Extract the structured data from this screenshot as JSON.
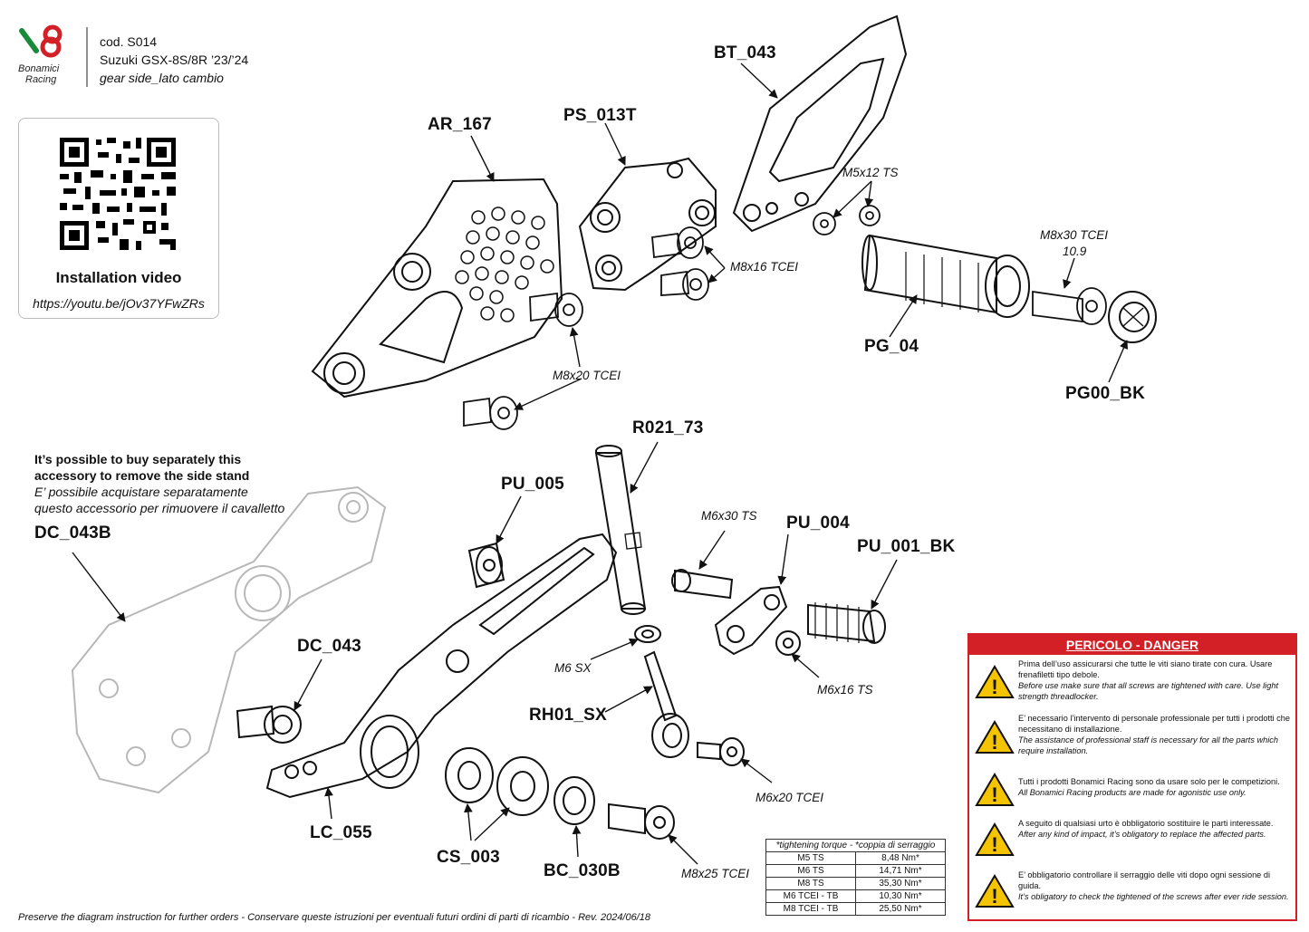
{
  "header": {
    "brand_line1": "Bonamici",
    "brand_line2": "Racing",
    "code": "cod. S014",
    "model": "Suzuki GSX-8S/8R ’23/’24",
    "side": "gear side_lato cambio"
  },
  "video": {
    "title": "Installation video",
    "url": "https://youtu.be/jOv37YFwZRs"
  },
  "note": {
    "en_line1": "It’s possible to buy separately this",
    "en_line2": "accessory to remove the side stand",
    "it_line1": "E’ possibile acquistare separatamente",
    "it_line2": "questo accessorio per rimuovere il cavalletto"
  },
  "parts": {
    "bt_043": "BT_043",
    "ar_167": "AR_167",
    "ps_013t": "PS_013T",
    "pg_04": "PG_04",
    "pg00_bk": "PG00_BK",
    "r021_73": "R021_73",
    "pu_005": "PU_005",
    "pu_004": "PU_004",
    "pu_001_bk": "PU_001_BK",
    "dc_043b": "DC_043B",
    "dc_043": "DC_043",
    "rh01_sx": "RH01_SX",
    "lc_055": "LC_055",
    "cs_003": "CS_003",
    "bc_030b": "BC_030B"
  },
  "screws": {
    "m5x12": "M5x12 TS",
    "m8x30": "M8x30 TCEI",
    "m8x30_grade": "10.9",
    "m8x16": "M8x16 TCEI",
    "m8x20": "M8x20 TCEI",
    "m6x30": "M6x30 TS",
    "m6sx": "M6 SX",
    "m6x16": "M6x16 TS",
    "m6x20": "M6x20 TCEI",
    "m8x25": "M8x25 TCEI"
  },
  "torque_table": {
    "header": "*tightening torque - *coppia di serraggio",
    "rows": [
      {
        "name": "M5 TS",
        "value": "8,48 Nm*"
      },
      {
        "name": "M6 TS",
        "value": "14,71 Nm*"
      },
      {
        "name": "M8 TS",
        "value": "35,30 Nm*"
      },
      {
        "name": "M6 TCEI - TB",
        "value": "10,30 Nm*"
      },
      {
        "name": "M8 TCEI - TB",
        "value": "25,50 Nm*"
      }
    ]
  },
  "danger": {
    "title": "PERICOLO - DANGER",
    "items": [
      {
        "it": "Prima dell’uso assicurarsi che tutte le viti siano tirate con cura. Usare frenafiletti tipo debole.",
        "en": "Before use make sure that all screws are tightened with care. Use light strength threadlocker."
      },
      {
        "it": "E’ necessario l’intervento di personale professionale per tutti i prodotti che necessitano di installazione.",
        "en": "The assistance of professional staff is necessary for all the parts which require installation."
      },
      {
        "it": "Tutti i prodotti Bonamici Racing sono da usare solo per le competizioni.",
        "en": "All Bonamici Racing products are made for agonistic use only."
      },
      {
        "it": "A seguito di qualsiasi urto è obbligatorio sostituire le parti interessate.",
        "en": "After any kind of impact, it’s obligatory to replace the affected parts."
      },
      {
        "it": "E’ obbligatorio controllare il serraggio delle viti dopo ogni sessione di guida.",
        "en": "It’s obligatory to check the tightened of the screws after ever ride session."
      }
    ]
  },
  "footer": "Preserve the diagram instruction for further orders - Conservare queste istruzioni per eventuali futuri ordini di parti di ricambio - Rev. 2024/06/18"
}
